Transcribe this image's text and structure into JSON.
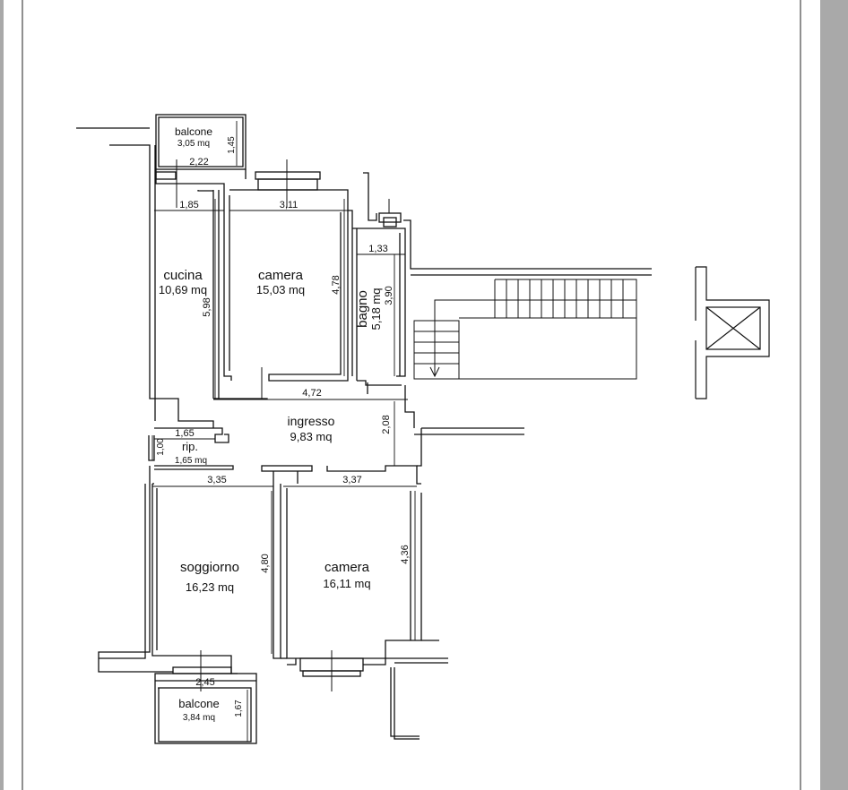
{
  "rooms": {
    "balcone_top": {
      "name": "balcone",
      "area": "3,05 mq"
    },
    "cucina": {
      "name": "cucina",
      "area": "10,69 mq"
    },
    "camera_top": {
      "name": "camera",
      "area": "15,03 mq"
    },
    "bagno": {
      "name": "bagno",
      "area": "5,18 mq"
    },
    "ingresso": {
      "name": "ingresso",
      "area": "9,83 mq"
    },
    "rip": {
      "name": "rip.",
      "area": "1,65 mq"
    },
    "soggiorno": {
      "name": "soggiorno",
      "area": "16,23 mq"
    },
    "camera_bottom": {
      "name": "camera",
      "area": "16,11 mq"
    },
    "balcone_bottom": {
      "name": "balcone",
      "area": "3,84 mq"
    }
  },
  "dimensions": {
    "balcone_top_h": "1,45",
    "balcone_top_w": "2,22",
    "cucina_w": "1,85",
    "cucina_h": "5,98",
    "camera_top_w": "3,11",
    "camera_top_h": "4,78",
    "bagno_w": "1,33",
    "bagno_h": "3,90",
    "ingresso_w": "4,72",
    "ingresso_h": "2,08",
    "rip_w": "1,65",
    "rip_h": "1,00",
    "soggiorno_w": "3,35",
    "soggiorno_h": "4,80",
    "camera_bottom_w": "3,37",
    "camera_bottom_h": "4,36",
    "balcone_bottom_w": "2,45",
    "balcone_bottom_h": "1,67"
  }
}
